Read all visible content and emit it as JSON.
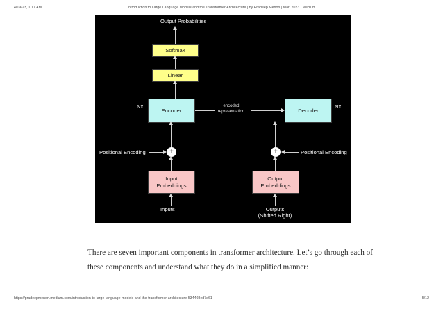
{
  "print_header": {
    "date": "4/19/23, 1:17 AM",
    "title": "Introduction to Large Language Models and the Transformer Architecture | by Pradeep Menon | Mar, 2023 | Medium"
  },
  "print_footer": {
    "url": "https://pradeepmenon.medium.com/introduction-to-large-language-models-and-the-transformer-architecture-534408ed7e61",
    "page": "5/12"
  },
  "figure": {
    "background_color": "#000000",
    "labels": {
      "output_probabilities": "Output Probabilities",
      "encoded_representation_line1": "encoded",
      "encoded_representation_line2": "representation",
      "nx_left": "Nx",
      "nx_right": "Nx",
      "positional_encoding_left": "Positional Encoding",
      "positional_encoding_right": "Positional Encoding",
      "inputs": "Inputs",
      "outputs_line1": "Outputs",
      "outputs_line2": "(Shifted Right)",
      "plus_left": "+",
      "plus_right": "+"
    },
    "nodes": {
      "softmax": {
        "label": "Softmax",
        "color": "#ffff8a"
      },
      "linear": {
        "label": "Linear",
        "color": "#ffff8a"
      },
      "encoder": {
        "label": "Encoder",
        "color": "#bdf5f2"
      },
      "decoder": {
        "label": "Decoder",
        "color": "#bdf5f2"
      },
      "input_embeddings_line1": "Input",
      "input_embeddings_line2": "Embeddings",
      "input_embeddings_color": "#f9c6c6",
      "output_embeddings_line1": "Output",
      "output_embeddings_line2": "Embeddings",
      "output_embeddings_color": "#f9c6c6"
    }
  },
  "body": {
    "paragraph": "There are seven important components in transformer architecture. Let’s go through each of these components and understand what they do in a simplified manner:"
  }
}
